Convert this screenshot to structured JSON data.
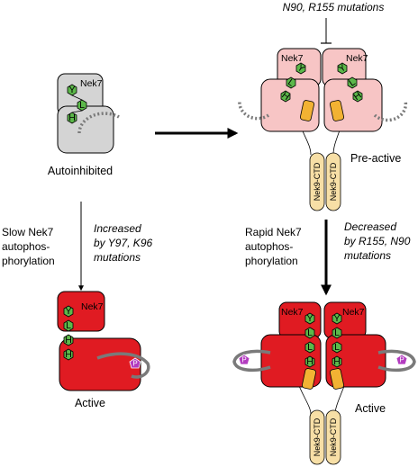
{
  "labels": {
    "top_mutations": "N90, R155 mutations",
    "autoinhibited": "Autoinhibited",
    "pre_active": "Pre-active",
    "slow_line1": "Slow Nek7",
    "slow_line2": "autophos-",
    "slow_line3": "phorylation",
    "increased_line1": "Increased",
    "increased_line2": "by Y97, K96",
    "increased_line3": "mutations",
    "rapid_line1": "Rapid Nek7",
    "rapid_line2": "autophos-",
    "rapid_line3": "phorylation",
    "decreased_line1": "Decreased",
    "decreased_line2": "by R155, N90",
    "decreased_line3": "mutations",
    "active_left": "Active",
    "active_right": "Active"
  },
  "protein": {
    "kinase_name": "Nek7",
    "ctd_name": "Nek9-CTD",
    "residues": [
      "Y",
      "L",
      "H"
    ],
    "phospho": "P"
  },
  "colors": {
    "inactive_kinase": "#d4d4d4",
    "preactive_kinase": "#f7c5c5",
    "active_kinase": "#e01b22",
    "hexagon": "#5cb84a",
    "ctd": "#f7dfa6",
    "helix": "#f2b233",
    "phospho": "#b33cc0",
    "loop": "#7a7a7a"
  }
}
